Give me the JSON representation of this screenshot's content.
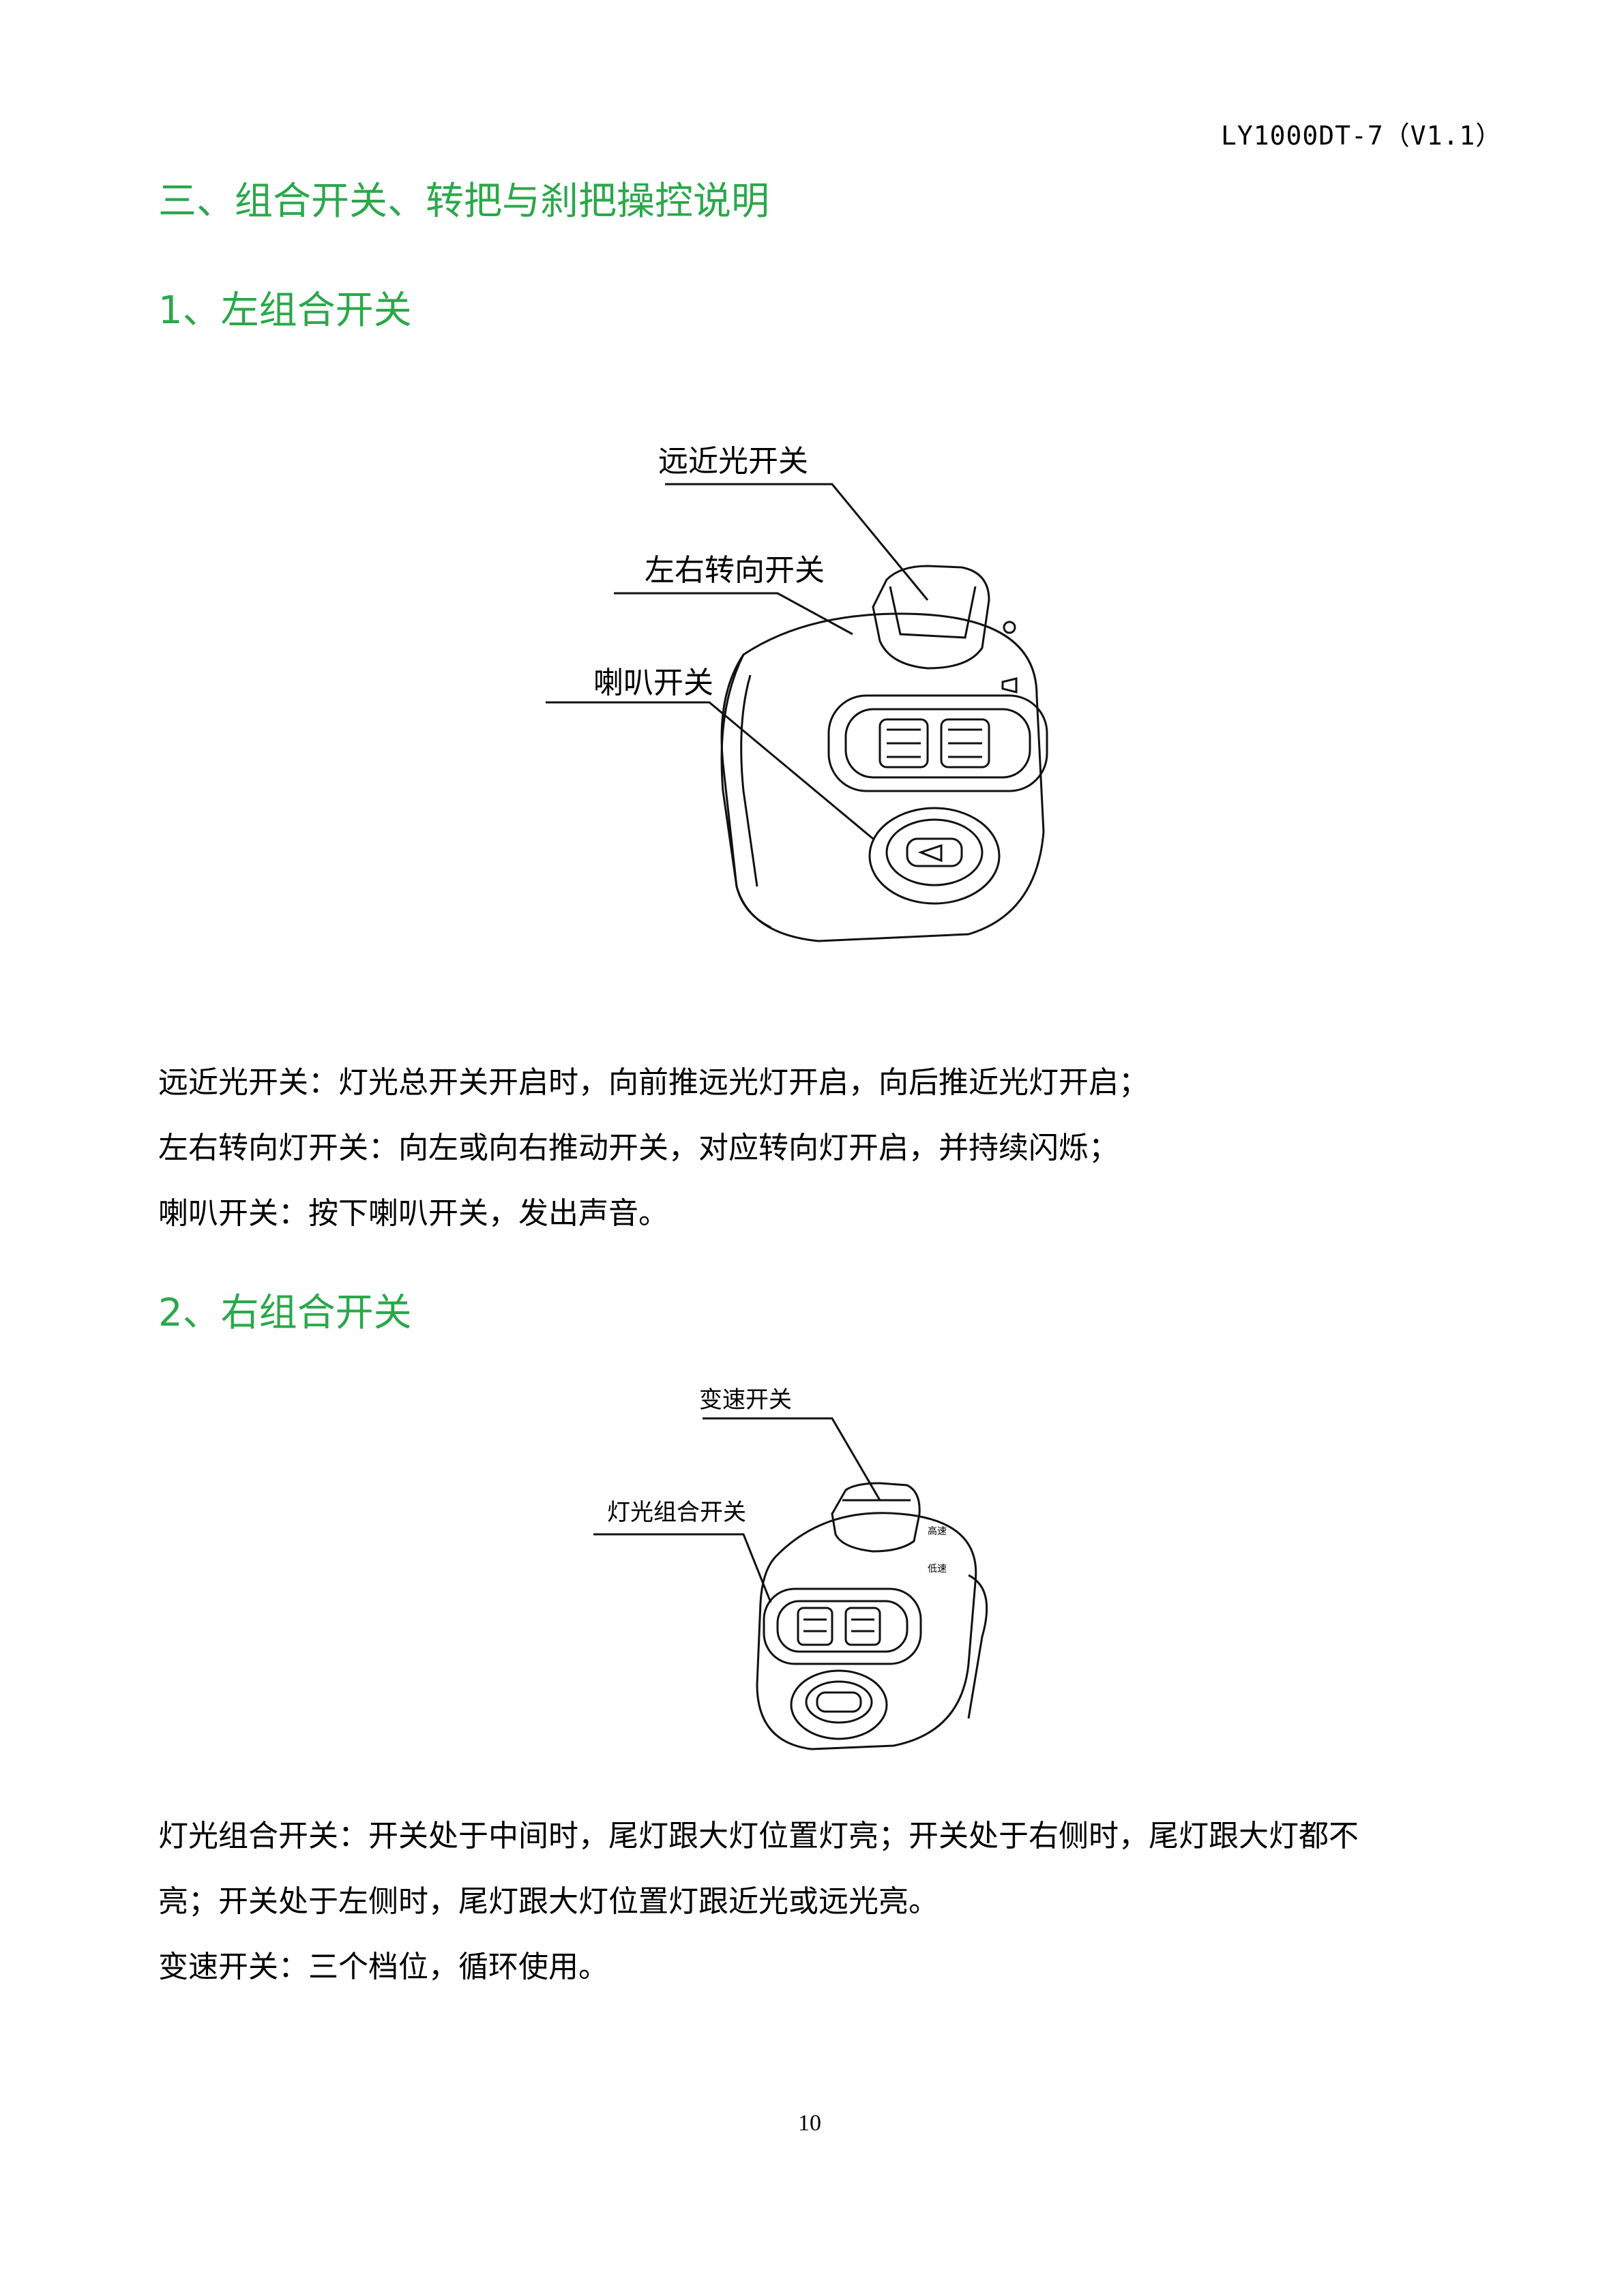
{
  "header": {
    "doc_id": "LY1000DT-7（V1.1）"
  },
  "section_title": "三、组合开关、转把与刹把操控说明",
  "left_switch": {
    "heading": "1、左组合开关",
    "labels": {
      "beam": "远近光开关",
      "turn": "左右转向开关",
      "horn": "喇叭开关"
    },
    "descriptions": [
      "远近光开关：灯光总开关开启时，向前推远光灯开启，向后推近光灯开启；",
      "左右转向灯开关：向左或向右推动开关，对应转向灯开启，并持续闪烁；",
      "喇叭开关：按下喇叭开关，发出声音。"
    ]
  },
  "right_switch": {
    "heading": "2、右组合开关",
    "labels": {
      "speed": "变速开关",
      "light": "灯光组合开关",
      "high": "高速",
      "low": "低速"
    },
    "descriptions": [
      "灯光组合开关：开关处于中间时，尾灯跟大灯位置灯亮；开关处于右侧时，尾灯跟大灯都不",
      "亮；开关处于左侧时，尾灯跟大灯位置灯跟近光或远光亮。",
      "变速开关：三个档位，循环使用。"
    ]
  },
  "page_number": "10"
}
